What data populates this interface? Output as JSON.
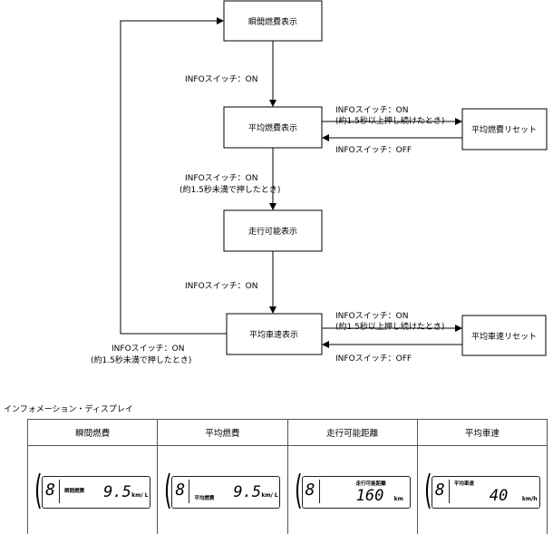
{
  "diagram": {
    "nodes": {
      "instant": "瞬間燃費表示",
      "average": "平均燃費表示",
      "avg_reset": "平均燃費リセット",
      "range": "走行可能表示",
      "avg_speed": "平均車速表示",
      "speed_reset": "平均車速リセット"
    },
    "edges": {
      "instant_to_avg": "INFOスイッチ：ON",
      "avg_to_reset_1": "INFOスイッチ：ON",
      "avg_to_reset_2": "(約1.5秒以上押し続けたとき)",
      "reset_to_avg": "INFOスイッチ：OFF",
      "avg_to_range_1": "INFOスイッチ：ON",
      "avg_to_range_2": "(約1.5秒未満で押したとき)",
      "range_to_speed": "INFOスイッチ：ON",
      "speed_to_reset_1": "INFOスイッチ：ON",
      "speed_to_reset_2": "(約1.5秒以上押し続けたとき)",
      "reset_to_speed": "INFOスイッチ：OFF",
      "speed_to_instant_1": "INFOスイッチ：ON",
      "speed_to_instant_2": "(約1.5秒未満で押したとき)"
    }
  },
  "caption": "インフォメーション・ディスプレイ",
  "table": {
    "headers": [
      "瞬間燃費",
      "平均燃費",
      "走行可能距離",
      "平均車速"
    ],
    "displays": [
      {
        "label": "瞬間燃費",
        "value": "9.5",
        "unit": "km/ L"
      },
      {
        "label": "平均燃費",
        "value": "9.5",
        "unit": "km/ L"
      },
      {
        "label": "走行可能距離",
        "value": "160",
        "unit": "km"
      },
      {
        "label": "平均車速",
        "value": "40",
        "unit": "km/h"
      }
    ],
    "fuel_icon": "F",
    "fuel_digit": "8"
  }
}
